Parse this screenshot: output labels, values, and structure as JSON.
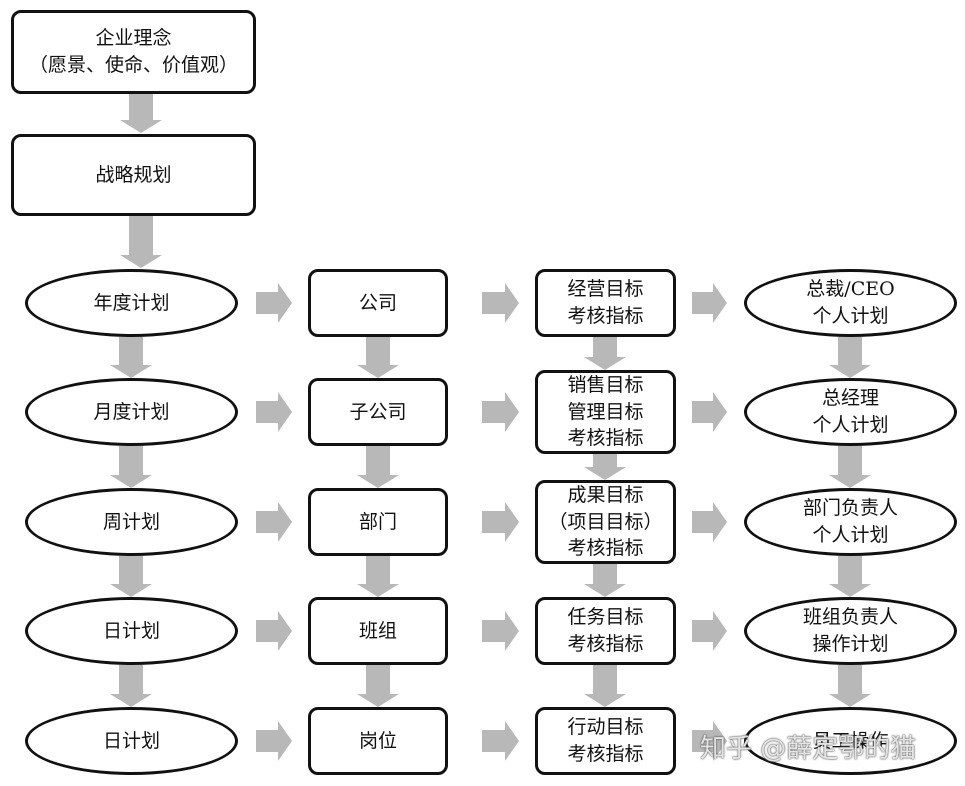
{
  "nodes": {
    "philosophy": [
      "企业理念",
      "（愿景、使命、价值观）"
    ],
    "strategy": [
      "战略规划"
    ],
    "rows": [
      {
        "plan": [
          "年度计划"
        ],
        "org": [
          "公司"
        ],
        "target": [
          "经营目标",
          "考核指标"
        ],
        "personal": [
          "总裁/CEO",
          "个人计划"
        ]
      },
      {
        "plan": [
          "月度计划"
        ],
        "org": [
          "子公司"
        ],
        "target": [
          "销售目标",
          "管理目标",
          "考核指标"
        ],
        "personal": [
          "总经理",
          "个人计划"
        ]
      },
      {
        "plan": [
          "周计划"
        ],
        "org": [
          "部门"
        ],
        "target": [
          "成果目标",
          "（项目目标）",
          "考核指标"
        ],
        "personal": [
          "部门负责人",
          "个人计划"
        ]
      },
      {
        "plan": [
          "日计划"
        ],
        "org": [
          "班组"
        ],
        "target": [
          "任务目标",
          "考核指标"
        ],
        "personal": [
          "班组负责人",
          "操作计划"
        ]
      },
      {
        "plan": [
          "日计划"
        ],
        "org": [
          "岗位"
        ],
        "target": [
          "行动目标",
          "考核指标"
        ],
        "personal": [
          "员工操作"
        ]
      }
    ]
  },
  "watermark": "知乎 @薛定鄂的猫",
  "colors": {
    "arrow": "#b8b8b8",
    "border": "#111111"
  }
}
